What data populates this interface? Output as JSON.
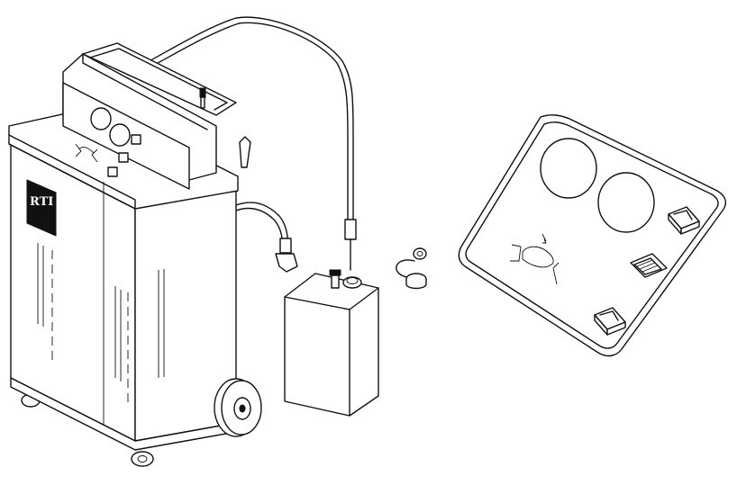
{
  "logo": {
    "text": "RTI"
  },
  "colors": {
    "line": "#111111",
    "background": "#ffffff"
  },
  "icons": {
    "machine": "service-machine",
    "tank": "fluid-tank",
    "adapter": "hose-adapter-icon",
    "panel_detail": "control-panel-detail"
  }
}
